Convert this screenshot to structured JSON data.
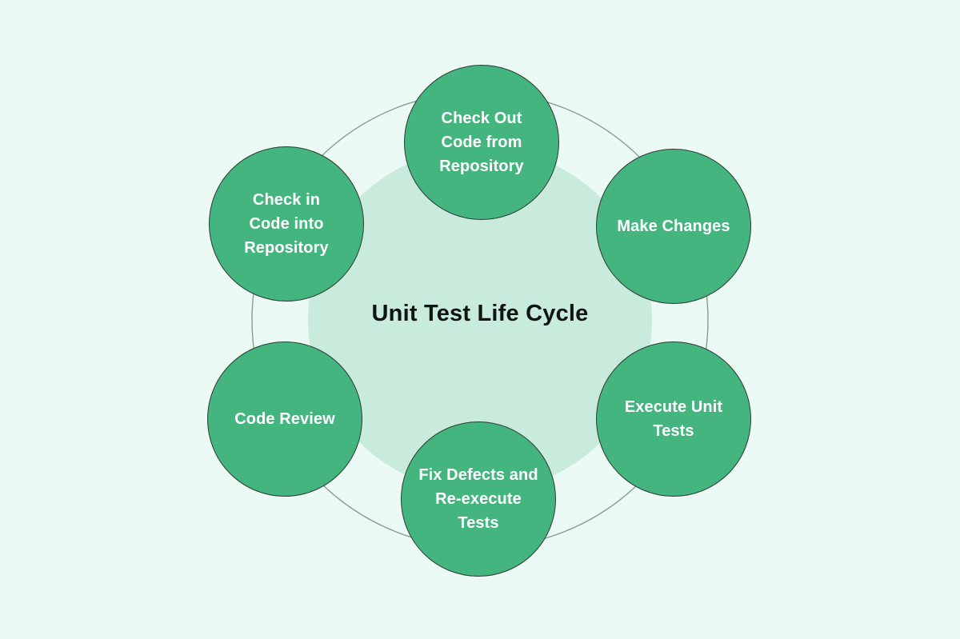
{
  "diagram": {
    "title": "Unit Test Life Cycle",
    "type": "cycle",
    "background_color": "#ebfaf4",
    "inner_disc_color": "#c9ebdc",
    "ring_stroke_color": "#8b9a94",
    "node_fill_color": "#44b57f",
    "node_border_color": "#2b3b34",
    "node_text_color": "#ffffff",
    "title_color": "#0d1412",
    "steps": [
      {
        "id": "check-out-code",
        "label": "Check Out\nCode from\nRepository",
        "position": "top",
        "order": 1
      },
      {
        "id": "make-changes",
        "label": "Make Changes",
        "position": "top-right",
        "order": 2
      },
      {
        "id": "execute-unit-tests",
        "label": "Execute Unit\nTests",
        "position": "bottom-right",
        "order": 3
      },
      {
        "id": "fix-defects",
        "label": "Fix Defects and\nRe-execute\nTests",
        "position": "bottom",
        "order": 4
      },
      {
        "id": "code-review",
        "label": "Code Review",
        "position": "bottom-left",
        "order": 5
      },
      {
        "id": "check-in-code",
        "label": "Check in\nCode into\nRepository",
        "position": "top-left",
        "order": 6
      }
    ]
  }
}
